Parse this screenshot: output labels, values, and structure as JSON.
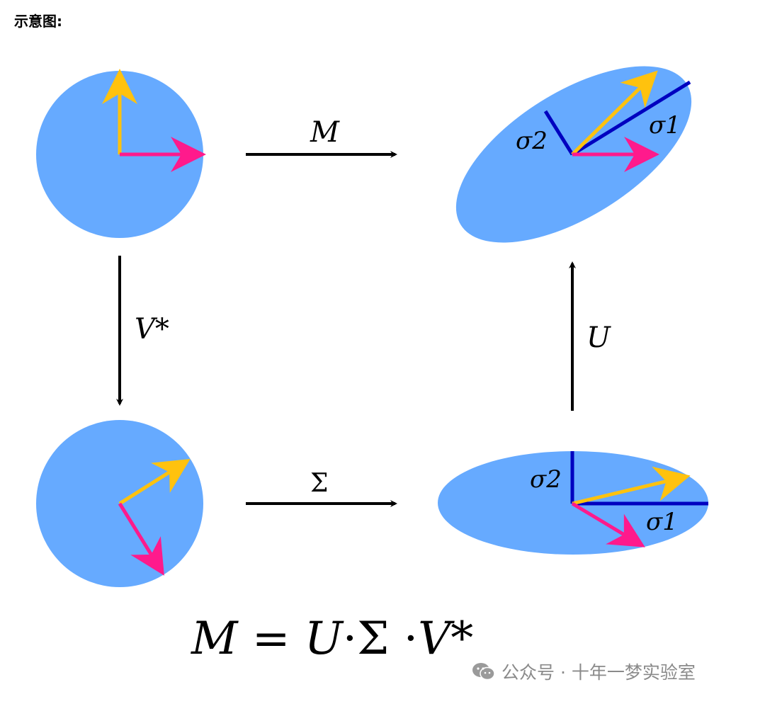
{
  "heading": "示意图:",
  "labels": {
    "top_arrow": "M",
    "left_arrow": "V*",
    "bottom_arrow": "Σ",
    "right_arrow": "U",
    "sigma1": "σ1",
    "sigma2": "σ2"
  },
  "formula": {
    "lhs": "M",
    "equals": "=",
    "u": "U",
    "dot": "·",
    "sigma": "Σ",
    "v": "V*"
  },
  "watermark": "公众号 · 十年一梦实验室",
  "colors": {
    "fill": "#66aaff",
    "vector_yellow": "#ffc20e",
    "vector_magenta": "#ff1a8c",
    "axis_blue": "#0000c0"
  }
}
